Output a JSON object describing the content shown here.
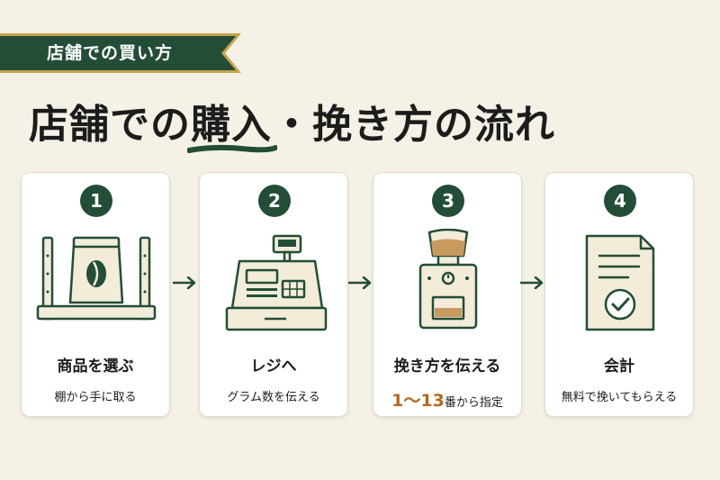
{
  "ribbon": {
    "label": "店舗での買い方"
  },
  "title": {
    "part1": "店舗での",
    "highlight": "購入",
    "part2": "・挽き方の流れ"
  },
  "colors": {
    "primary": "#234d36",
    "accent": "#b06a1f",
    "ribbon_gold": "#c9a24a",
    "background": "#f6f1e7"
  },
  "steps": [
    {
      "number": "1",
      "title": "商品を選ぶ",
      "subtitle": "棚から手に取る",
      "icon": "coffee-bag-shelf-icon"
    },
    {
      "number": "2",
      "title": "レジへ",
      "subtitle": "グラム数を伝える",
      "icon": "cash-register-icon"
    },
    {
      "number": "3",
      "title": "挽き方を伝える",
      "accent": "1〜13",
      "subtitle": "番から指定",
      "icon": "coffee-grinder-icon"
    },
    {
      "number": "4",
      "title": "会計",
      "subtitle": "無料で挽いてもらえる",
      "icon": "document-check-icon"
    }
  ]
}
